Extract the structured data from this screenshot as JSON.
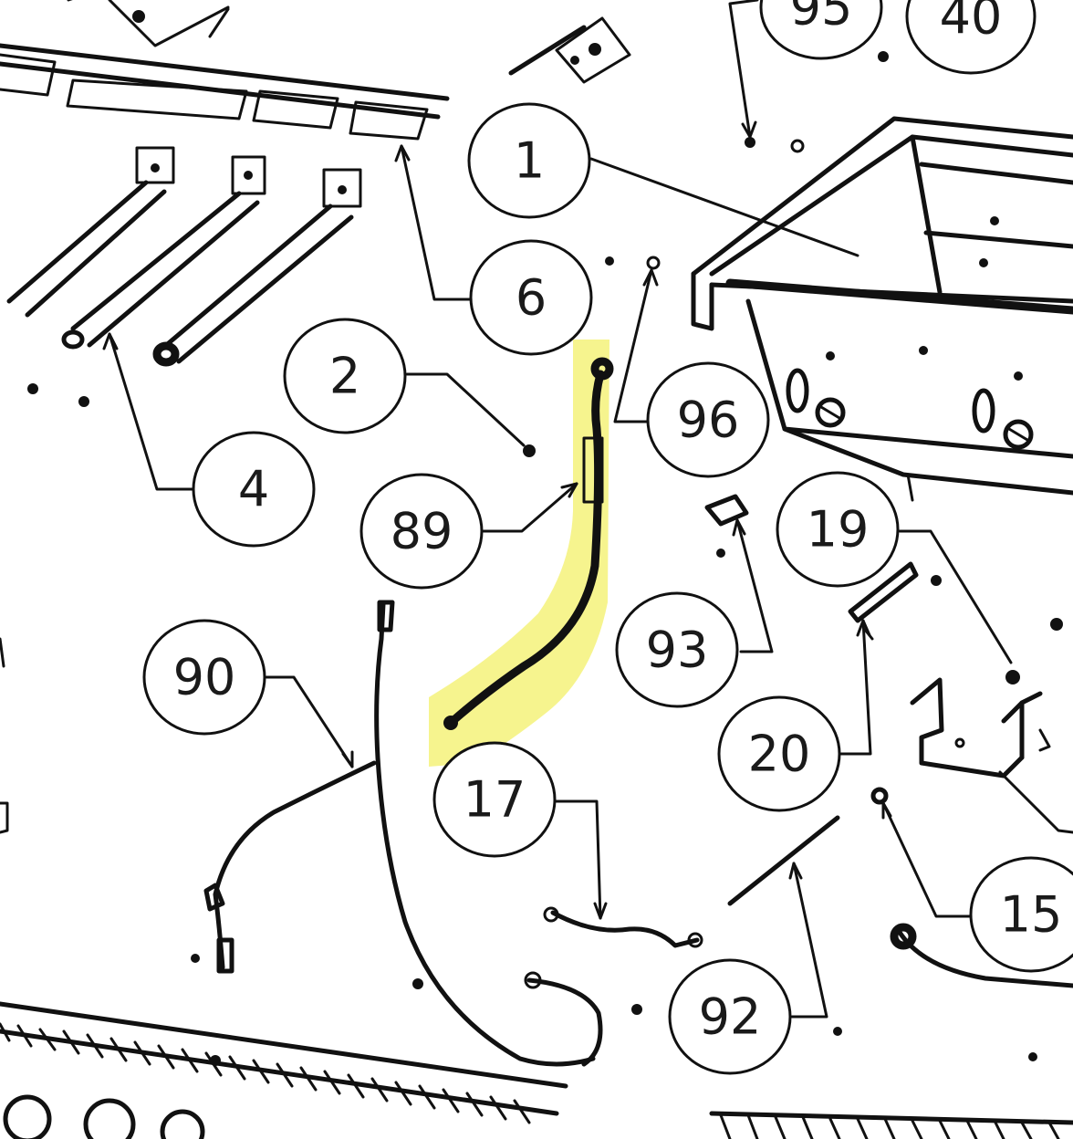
{
  "diagram": {
    "callouts": [
      {
        "id": "c95",
        "label": "95"
      },
      {
        "id": "c40",
        "label": "40"
      },
      {
        "id": "c1",
        "label": "1"
      },
      {
        "id": "c6",
        "label": "6"
      },
      {
        "id": "c2",
        "label": "2"
      },
      {
        "id": "c96",
        "label": "96"
      },
      {
        "id": "c4",
        "label": "4"
      },
      {
        "id": "c89",
        "label": "89"
      },
      {
        "id": "c19",
        "label": "19"
      },
      {
        "id": "c93",
        "label": "93"
      },
      {
        "id": "c90",
        "label": "90"
      },
      {
        "id": "c20",
        "label": "20"
      },
      {
        "id": "c17",
        "label": "17"
      },
      {
        "id": "c15",
        "label": "15"
      },
      {
        "id": "c92",
        "label": "92"
      }
    ],
    "highlight_color": "#f4f27a",
    "ink_color": "#111111"
  }
}
